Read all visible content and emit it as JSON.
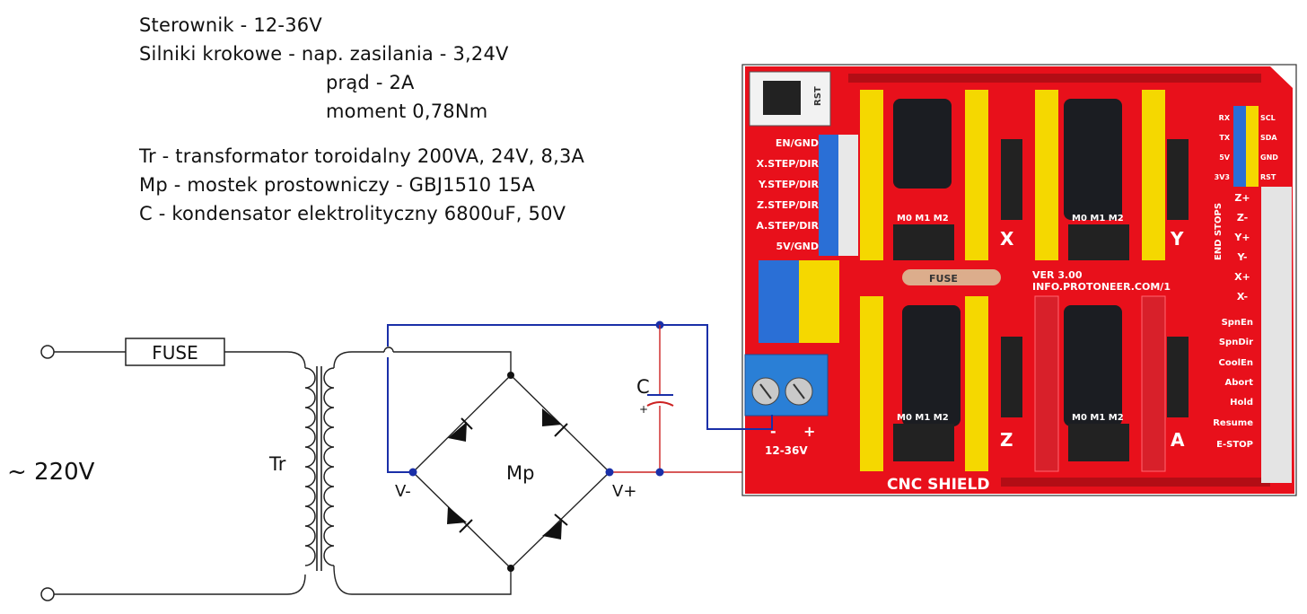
{
  "notes": {
    "controller": "Sterownik - 12-36V",
    "motors_voltage": "Silniki krokowe - nap. zasilania - 3,24V",
    "motors_current": "prąd - 2A",
    "motors_torque": "moment 0,78Nm",
    "transformer": "Tr - transformator toroidalny 200VA, 24V, 8,3A",
    "bridge": "Mp - mostek prostowniczy - GBJ1510 15A",
    "capacitor": "C - kondensator elektrolityczny 6800uF, 50V"
  },
  "schematic": {
    "mains_label": "~ 220V",
    "fuse_label": "FUSE",
    "transformer_label": "Tr",
    "bridge_label": "Mp",
    "vminus_label": "V-",
    "vplus_label": "V+",
    "cap_label": "C",
    "cap_plus": "+",
    "wire_positive_color": "#cc2222",
    "wire_negative_color": "#1a2fa8"
  },
  "board": {
    "title": "CNC SHIELD",
    "version": "VER 3.00",
    "website": "INFO.PROTONEER.COM/1",
    "reset": "RST",
    "terminal_minus": "-",
    "terminal_plus": "+",
    "terminal_range": "12-36V",
    "fuse_label": "FUSE",
    "end_stops": "END STOPS",
    "driver_pins": "M0 M1 M2",
    "left_pins": [
      "EN/GND",
      "X.STEP/DIR",
      "Y.STEP/DIR",
      "Z.STEP/DIR",
      "A.STEP/DIR",
      "5V/GND"
    ],
    "axis_letters": [
      "X",
      "Y",
      "Z",
      "A"
    ],
    "right_top": [
      "RX",
      "TX",
      "5V",
      "3V3"
    ],
    "right_top2": [
      "SCL",
      "SDA",
      "GND",
      "RST"
    ],
    "endstop_pins": [
      "Z+",
      "Z-",
      "Y+",
      "Y-",
      "X+",
      "X-"
    ],
    "control_pins": [
      "SpnEn",
      "SpnDir",
      "CoolEn",
      "Abort",
      "Hold",
      "Resume",
      "E-STOP"
    ],
    "board_color": "#e8101b",
    "header_yellow": "#f5d800"
  }
}
